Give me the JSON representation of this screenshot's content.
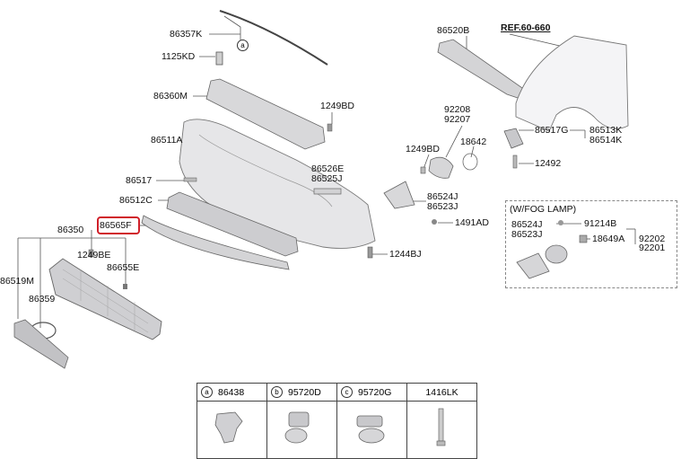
{
  "labels": {
    "p86357K": "86357K",
    "p1125KD": "1125KD",
    "p86360M": "86360M",
    "p1249BD_a": "1249BD",
    "p86511A": "86511A",
    "p86517": "86517",
    "p86512C": "86512C",
    "p86565F": "86565F",
    "p86526E": "86526E",
    "p86525J": "86525J",
    "p86350": "86350",
    "p1249BE": "1249BE",
    "p86655E": "86655E",
    "p86519M": "86519M",
    "p86359": "86359",
    "p86520B": "86520B",
    "ref": "REF.60-660",
    "p92208": "92208",
    "p92207": "92207",
    "p1249BD_b": "1249BD",
    "p18642": "18642",
    "p86517G": "86517G",
    "p86513K": "86513K",
    "p86514K": "86514K",
    "p12492": "12492",
    "p86524J": "86524J",
    "p86523J": "86523J",
    "p1491AD": "1491AD",
    "p1244BJ": "1244BJ",
    "fog_title": "(W/FOG LAMP)",
    "fog86524J": "86524J",
    "fog86523J": "86523J",
    "p91214B": "91214B",
    "p18649A": "18649A",
    "p92202": "92202",
    "p92201": "92201",
    "callout_a": "a"
  },
  "table": {
    "headers": [
      {
        "letter": "a",
        "part": "86438"
      },
      {
        "letter": "b",
        "part": "95720D"
      },
      {
        "letter": "c",
        "part": "95720G"
      },
      {
        "letter": "",
        "part": "1416LK"
      }
    ]
  },
  "colors": {
    "highlight": "#d0202a",
    "part_fill": "#e4e4e6",
    "part_stroke": "#777777"
  }
}
